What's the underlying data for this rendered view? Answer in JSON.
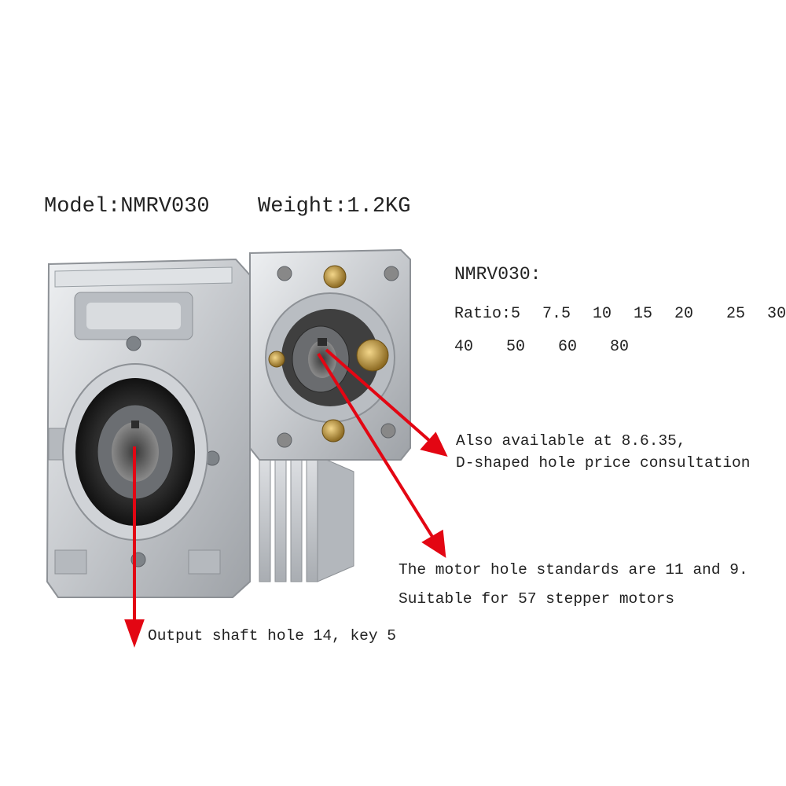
{
  "header": {
    "model": "Model:NMRV030",
    "weight": "Weight:1.2KG"
  },
  "specs": {
    "title": "NMRV030:",
    "ratio_line1": "Ratio:5  7.5  10  15  20   25  30",
    "ratio_line2": "40   50   60   80"
  },
  "callouts": {
    "input_flange_line1": "Also available at 8.6.35,",
    "input_flange_line2": "D-shaped hole price consultation",
    "motor_hole_line1": "The motor hole standards are 11 and 9.",
    "motor_hole_line2": "Suitable for 57 stepper motors",
    "output_shaft": "Output shaft hole 14, key 5"
  },
  "colors": {
    "arrow": "#e30613",
    "text": "#222222",
    "housing": "#c9ccd0"
  }
}
